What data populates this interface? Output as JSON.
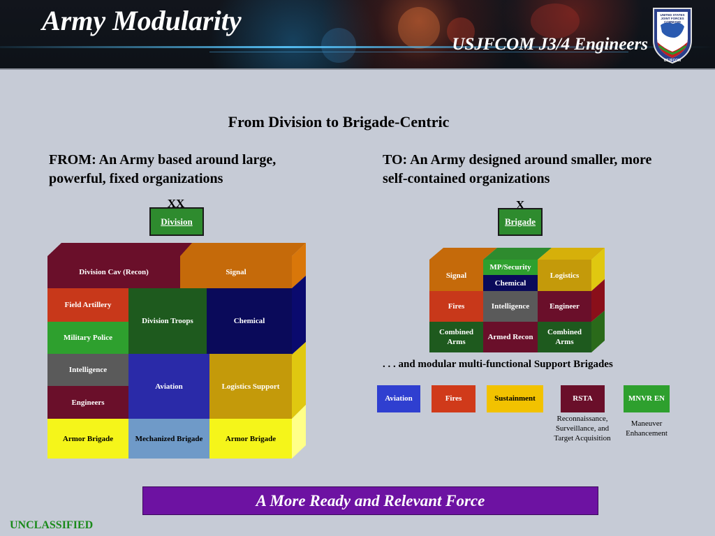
{
  "header": {
    "title": "Army Modularity",
    "organization": "USJFCOM J3/4 Engineers",
    "seal_text": [
      "UNITED STATES",
      "JOINT FORCES",
      "COMMAND",
      "USJFCOM"
    ]
  },
  "subtitle": "From Division to Brigade-Centric",
  "from": {
    "label": "FROM:",
    "text": "FROM: An Army based around large, powerful, fixed organizations",
    "echelon": "XX",
    "unit": "Division",
    "cells": {
      "div_cav": "Division Cav (Recon)",
      "signal": "Signal",
      "field_artillery": "Field Artillery",
      "division_troops": "Division Troops",
      "chemical": "Chemical",
      "military_police": "Military Police",
      "intelligence": "Intelligence",
      "aviation": "Aviation",
      "logistics_support": "Logistics Support",
      "engineers": "Engineers",
      "armor_brigade_left": "Armor Brigade",
      "mechanized_brigade": "Mechanized Brigade",
      "armor_brigade_right": "Armor Brigade"
    }
  },
  "to": {
    "text": "TO: An Army designed around smaller, more self-contained organizations",
    "echelon": "X",
    "unit": "Brigade",
    "cells": {
      "signal": "Signal",
      "mp_security": "MP/Security",
      "chemical": "Chemical",
      "logistics": "Logistics",
      "fires": "Fires",
      "intelligence": "Intelligence",
      "engineer": "Engineer",
      "combined_arms_left": "Combined Arms",
      "armed_recon": "Armed Recon",
      "combined_arms_right": "Combined Arms"
    }
  },
  "support": {
    "note": ". . . and modular multi-functional Support Brigades",
    "brigades": [
      {
        "label": "Aviation",
        "color": "#2f3fd0"
      },
      {
        "label": "Fires",
        "color": "#d03a1a"
      },
      {
        "label": "Sustainment",
        "color": "#f2c200"
      },
      {
        "label": "RSTA",
        "color": "#6a0f2a"
      },
      {
        "label": "MNVR EN",
        "color": "#2ea02e"
      }
    ],
    "rsta_desc": "Reconnaissance, Surveillance, and Target Acquisition",
    "mnvr_desc": "Maneuver Enhancement"
  },
  "slogan": "A More Ready and Relevant Force",
  "classification": "UNCLASSIFIED",
  "colors": {
    "background": "#c6cbd6",
    "slogan_bg": "#6d12a2",
    "classification": "#1a8a1a"
  }
}
